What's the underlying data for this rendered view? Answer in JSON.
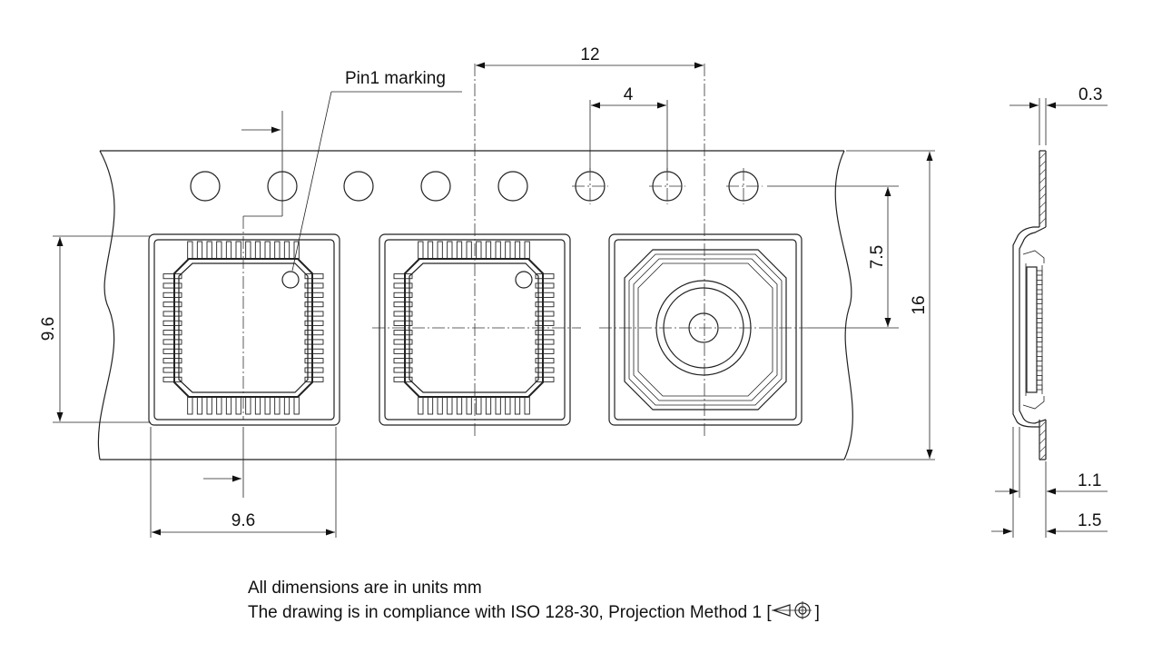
{
  "labels": {
    "pin1": "Pin1 marking"
  },
  "dimensions": {
    "pitch_pocket": "12",
    "pitch_hole": "4",
    "hole_to_center": "7.5",
    "tape_width": "16",
    "pocket_height": "9.6",
    "pocket_width": "9.6",
    "cover_thickness": "0.3",
    "depth_inner": "1.1",
    "depth_outer": "1.5"
  },
  "notes": {
    "line1": "All dimensions are in units mm",
    "line2": "The drawing is in compliance with ISO 128-30, Projection Method 1 [",
    "line2_end": "]"
  },
  "icons": {
    "projection_symbol": "first-angle-projection-icon"
  }
}
